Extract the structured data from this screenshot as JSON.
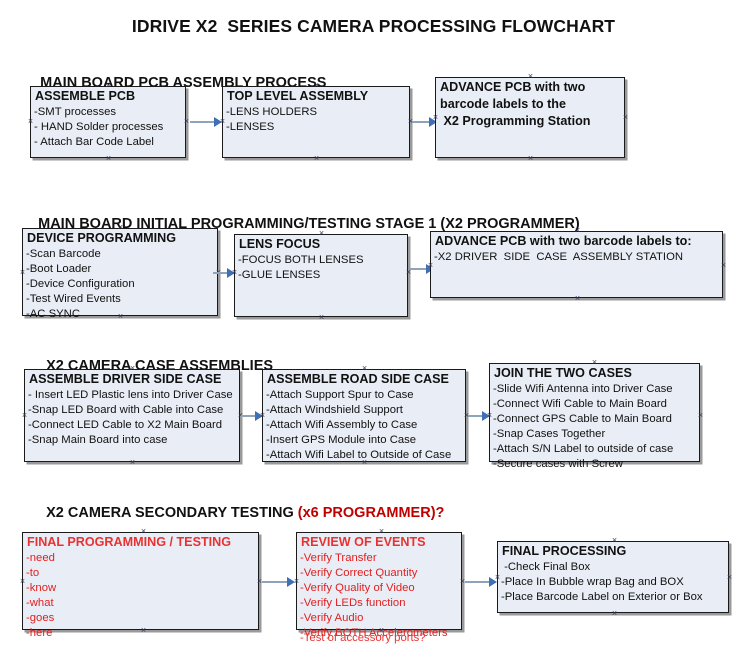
{
  "document": {
    "title": "IDRIVE X2  SERIES CAMERA PROCESSING FLOWCHART"
  },
  "colors": {
    "accent_red": "#c00000",
    "box_fill": "#e9eef6",
    "box_border": "#1a1a1a",
    "connector_line": "#8ea4bd",
    "connector_head": "#3f6fb5",
    "text": "#111111"
  },
  "sections": [
    {
      "id": "main-board-pcb-assembly-process",
      "heading": "MAIN BOARD PCB ASSEMBLY PROCESS",
      "heading_accent": "",
      "nodes": [
        {
          "id": "assemble-pcb",
          "title": "ASSEMBLE PCB",
          "lines": [
            "-SMT processes",
            "- HAND Solder processes",
            "- Attach Bar Code Label"
          ]
        },
        {
          "id": "top-level-assembly",
          "title": "TOP LEVEL ASSEMBLY",
          "lines": [
            "-LENS HOLDERS",
            "-LENSES"
          ]
        },
        {
          "id": "advance-pcb-to-x2-programming-station",
          "title": "ADVANCE PCB with two",
          "title_lines": [
            "ADVANCE PCB with two",
            "barcode labels to the",
            " X2 Programming Station"
          ],
          "lines": []
        }
      ]
    },
    {
      "id": "main-board-initial-programming-testing-stage-1",
      "heading": "MAIN BOARD INITIAL PROGRAMMING/TESTING STAGE 1 (X2 PROGRAMMER)",
      "heading_accent": "",
      "nodes": [
        {
          "id": "device-programming",
          "title": "DEVICE PROGRAMMING",
          "lines": [
            "-Scan Barcode",
            "-Boot Loader",
            "-Device Configuration",
            "-Test Wired Events",
            "-AC SYNC"
          ]
        },
        {
          "id": "lens-focus",
          "title": "LENS FOCUS",
          "lines": [
            "-FOCUS BOTH LENSES",
            "-GLUE LENSES"
          ]
        },
        {
          "id": "advance-pcb-to-driver-side-case-assembly-station",
          "title": "ADVANCE PCB with two barcode labels to:",
          "lines": [
            "-X2 DRIVER  SIDE  CASE  ASSEMBLY STATION"
          ]
        }
      ]
    },
    {
      "id": "x2-camera-case-assemblies",
      "heading": "X2 CAMERA CASE ASSEMBLIES",
      "heading_accent": "",
      "nodes": [
        {
          "id": "assemble-driver-side-case",
          "title": "ASSEMBLE DRIVER SIDE CASE",
          "lines": [
            "- Insert LED Plastic lens into Driver Case",
            "-Snap LED Board with Cable into Case",
            "-Connect LED Cable to X2 Main Board",
            "-Snap Main Board into case"
          ]
        },
        {
          "id": "assemble-road-side-case",
          "title": "ASSEMBLE ROAD SIDE CASE",
          "lines": [
            "-Attach Support Spur to Case",
            "-Attach Windshield Support",
            "-Attach Wifi Assembly to Case",
            "-Insert GPS Module into Case",
            "-Attach Wifi Label to Outside of Case"
          ]
        },
        {
          "id": "join-the-two-cases",
          "title": "JOIN THE TWO CASES",
          "lines": [
            "-Slide Wifi Antenna into Driver Case",
            "-Connect Wifi Cable to Main Board",
            "-Connect GPS Cable to Main Board",
            "-Snap Cases Together",
            "-Attach S/N Label to outside of case",
            "-Secure cases with Screw"
          ]
        }
      ]
    },
    {
      "id": "x2-camera-secondary-testing",
      "heading": "X2 CAMERA SECONDARY TESTING ",
      "heading_accent": "(x6 PROGRAMMER)?",
      "nodes": [
        {
          "id": "final-programming-testing",
          "title": "FINAL PROGRAMMING / TESTING",
          "lines": [
            "-need",
            "-to",
            "-know",
            "-what",
            "-goes",
            "-here"
          ]
        },
        {
          "id": "review-of-events",
          "title": "REVIEW OF EVENTS",
          "lines": [
            "-Verify Transfer",
            "-Verify Correct Quantity",
            "-Verify Quality of Video",
            "-Verify LEDs function",
            "-Verify Audio",
            "-Verify BOTH Accelerometers"
          ],
          "overflow_line": "-Test of accessory ports?"
        },
        {
          "id": "final-processing",
          "title": "FINAL PROCESSING",
          "lines": [
            " -Check Final Box",
            "-Place In Bubble wrap Bag and BOX",
            "-Place Barcode Label on Exterior or Box"
          ]
        }
      ]
    }
  ]
}
